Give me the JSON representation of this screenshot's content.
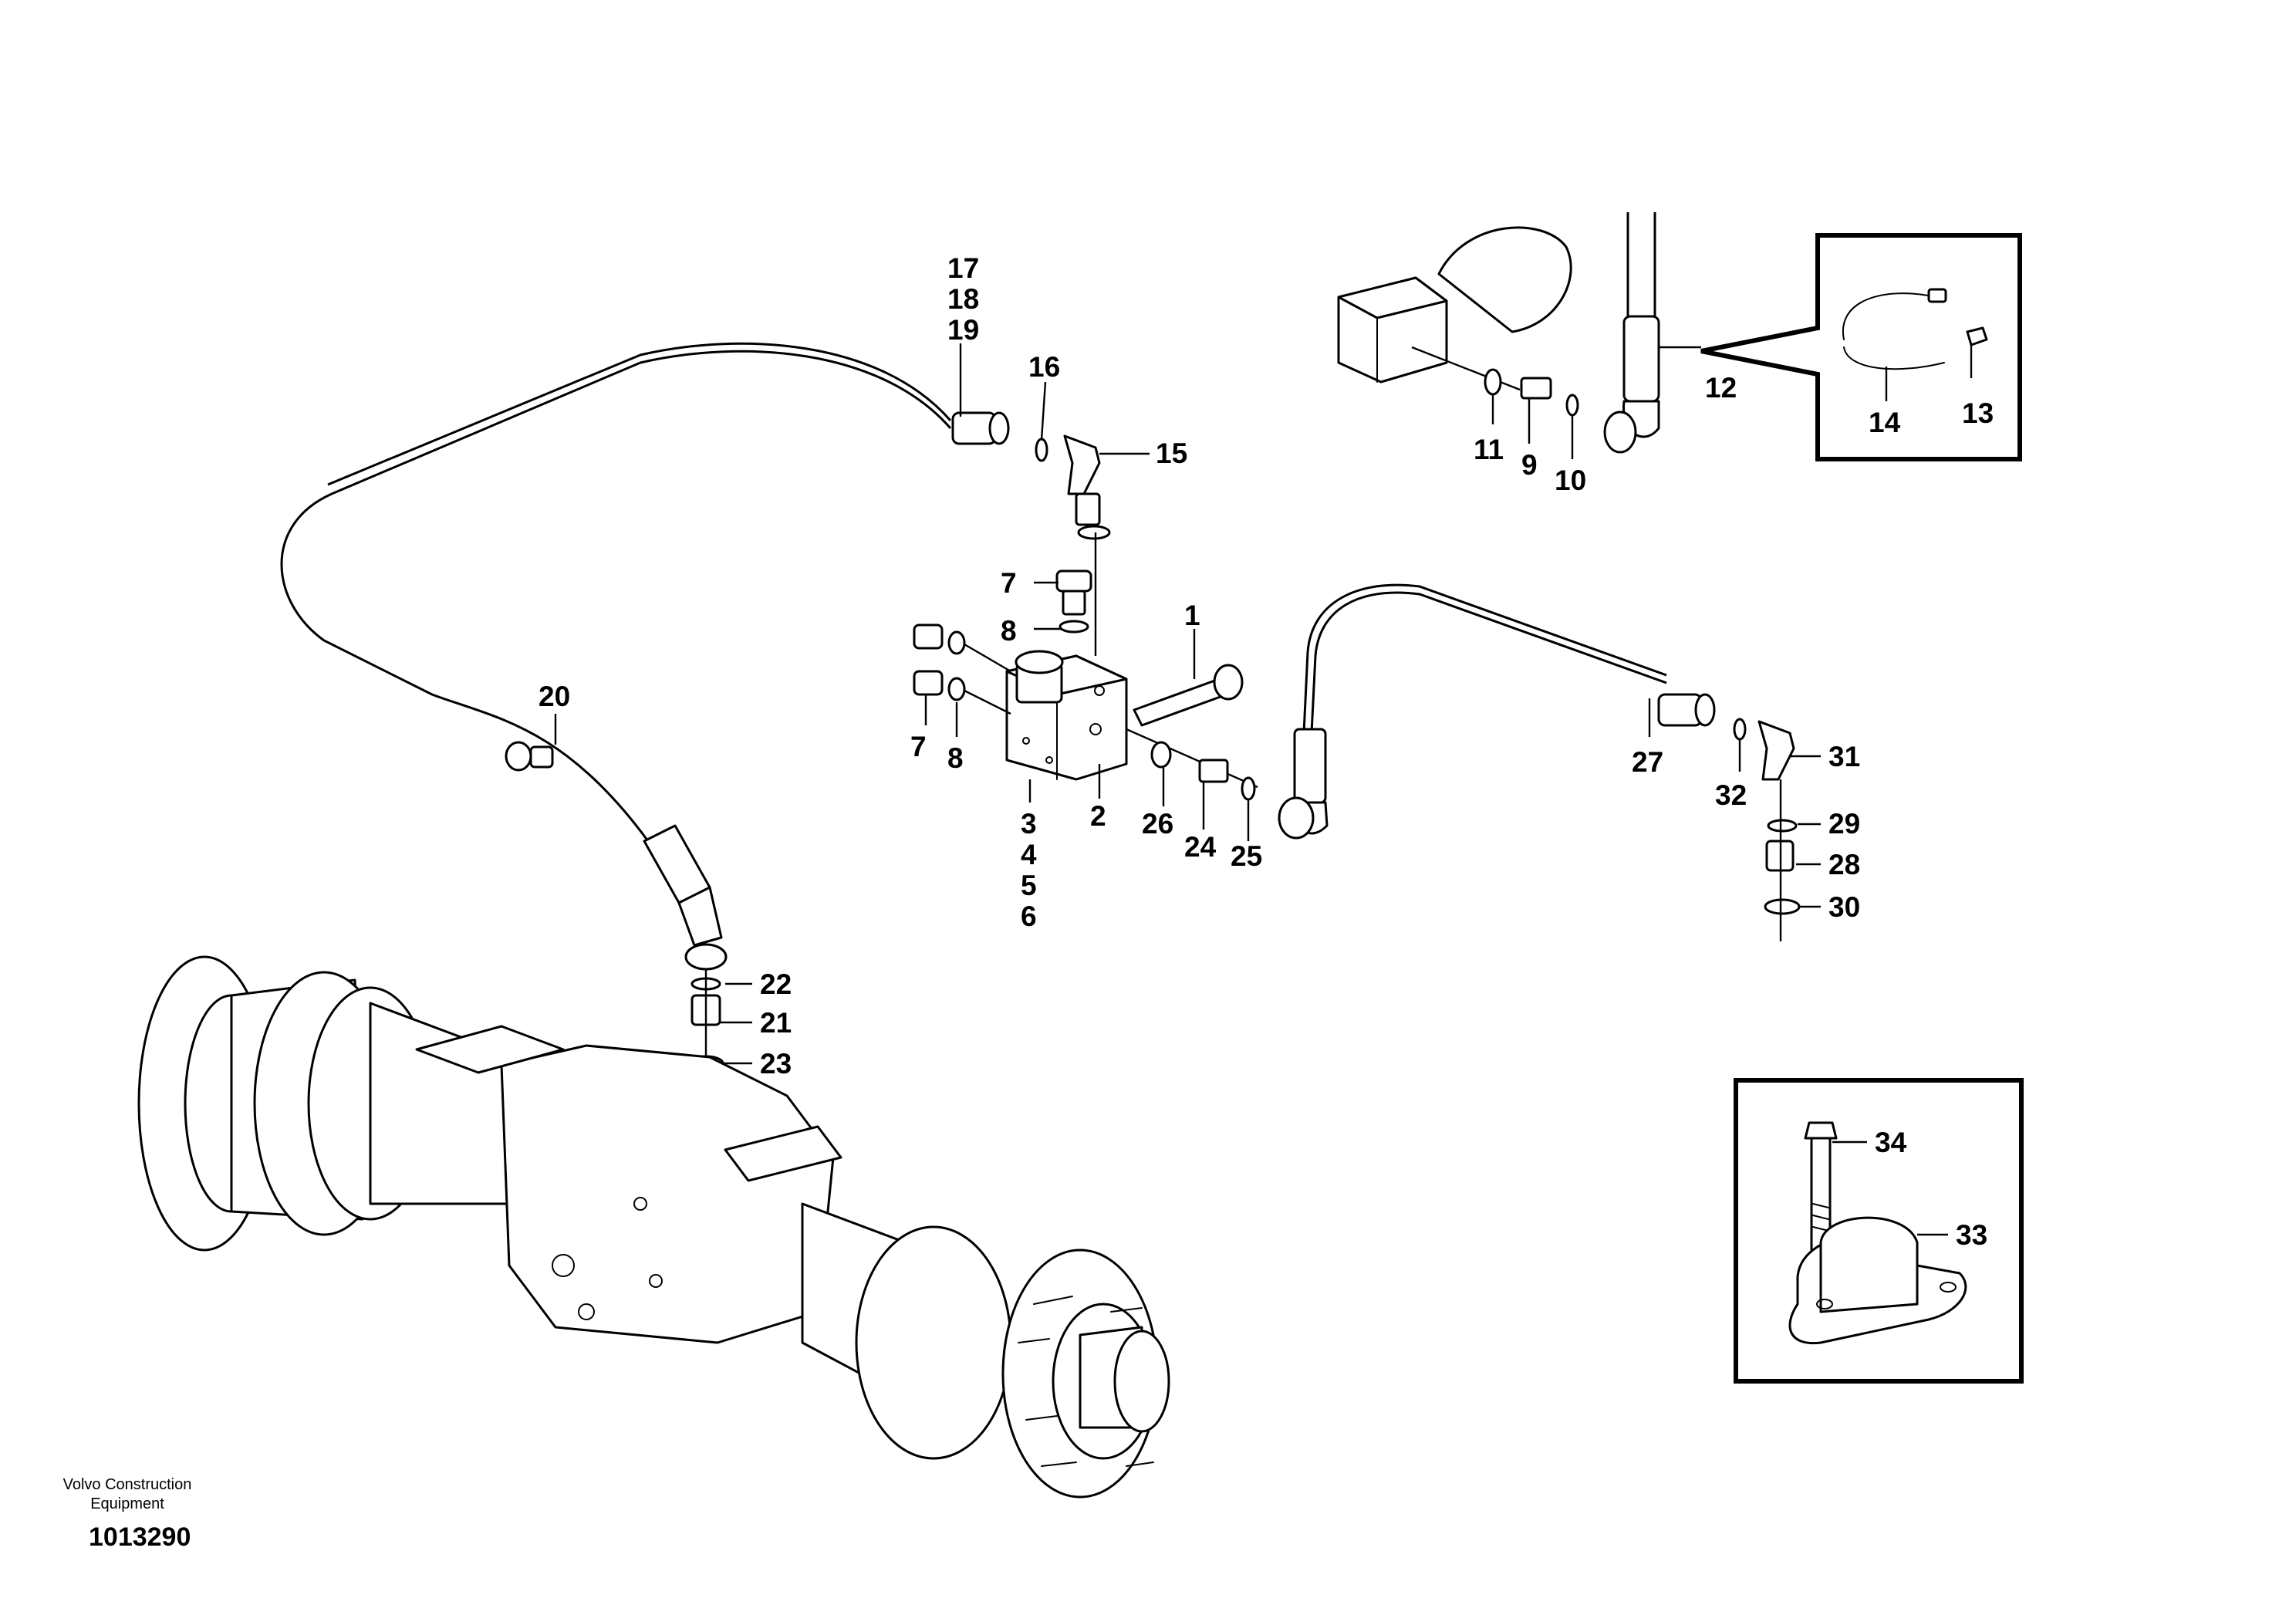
{
  "footer": {
    "company_line1": "Volvo Construction",
    "company_line2": "Equipment",
    "figure_number": "1013290"
  },
  "callouts": {
    "c1": "1",
    "c2": "2",
    "c3": "3",
    "c4": "4",
    "c5": "5",
    "c6": "6",
    "c7a": "7",
    "c7b": "7",
    "c8a": "8",
    "c8b": "8",
    "c9": "9",
    "c10": "10",
    "c11": "11",
    "c12": "12",
    "c13": "13",
    "c14": "14",
    "c15": "15",
    "c16": "16",
    "c17": "17",
    "c18": "18",
    "c19": "19",
    "c20": "20",
    "c21": "21",
    "c22": "22",
    "c23": "23",
    "c24": "24",
    "c25": "25",
    "c26": "26",
    "c27": "27",
    "c28": "28",
    "c29": "29",
    "c30": "30",
    "c31": "31",
    "c32": "32",
    "c33": "33",
    "c34": "34"
  }
}
